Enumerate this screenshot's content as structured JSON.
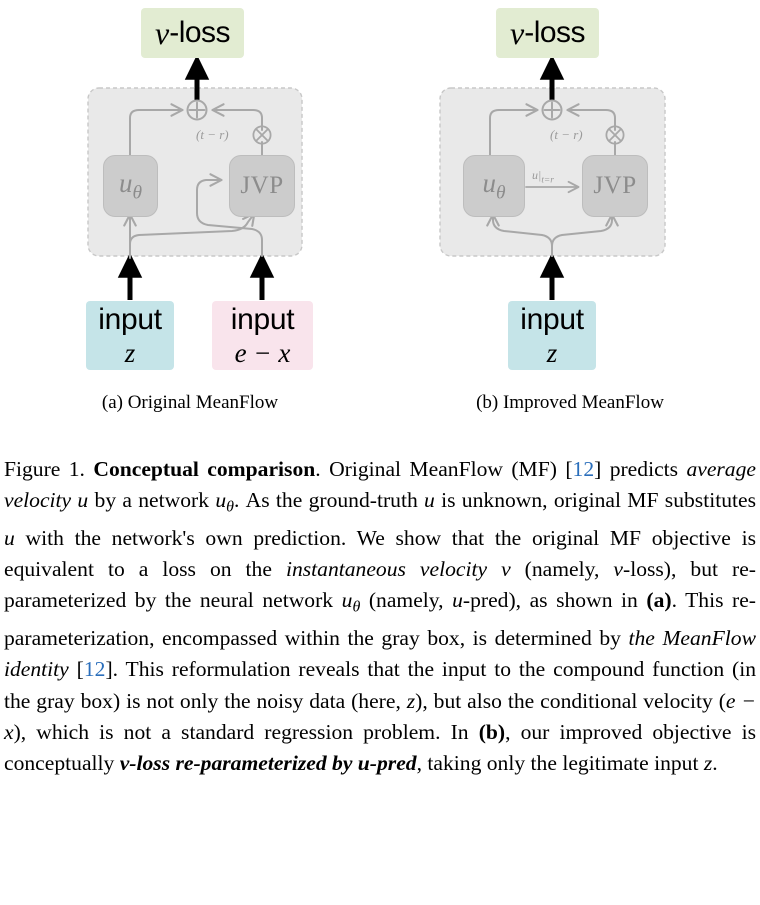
{
  "figure": {
    "panels": [
      {
        "id": "a",
        "subcaption": "(a) Original MeanFlow",
        "output_box": {
          "prefix": "v",
          "suffix": "-loss",
          "color": "#e2ecd2"
        },
        "modules": [
          {
            "name": "u-theta",
            "base": "u",
            "sub": "θ"
          },
          {
            "name": "jvp",
            "label": "JVP"
          }
        ],
        "operators": [
          {
            "name": "plus-op",
            "glyph": "⊕"
          },
          {
            "name": "times-op",
            "glyph": "⊗"
          }
        ],
        "annotations": [
          {
            "name": "t-minus-r",
            "text": "(t − r)"
          }
        ],
        "inputs": [
          {
            "name": "input-z",
            "word": "input",
            "symbol": "z",
            "color": "#c5e4e8"
          },
          {
            "name": "input-e-minus-x",
            "word": "input",
            "symbol": "e − x",
            "color": "#f9e4ec"
          }
        ]
      },
      {
        "id": "b",
        "subcaption": "(b) Improved MeanFlow",
        "output_box": {
          "prefix": "v",
          "suffix": "-loss",
          "color": "#e2ecd2"
        },
        "modules": [
          {
            "name": "u-theta",
            "base": "u",
            "sub": "θ"
          },
          {
            "name": "jvp",
            "label": "JVP"
          }
        ],
        "operators": [
          {
            "name": "plus-op",
            "glyph": "⊕"
          },
          {
            "name": "times-op",
            "glyph": "⊗"
          }
        ],
        "annotations": [
          {
            "name": "t-minus-r",
            "text": "(t − r)"
          },
          {
            "name": "u-at-t-equals-r",
            "base": "u|",
            "sub": "t=r"
          }
        ],
        "inputs": [
          {
            "name": "input-z",
            "word": "input",
            "symbol": "z",
            "color": "#c5e4e8"
          }
        ]
      }
    ],
    "gray_box_fill": "#e9e9e9",
    "gray_box_border": "#c8c8c8",
    "module_fill": "#cccccc",
    "module_border": "#bdbdbd",
    "connector_color": "#a8a8a8",
    "arrow_color": "#000000"
  },
  "caption": {
    "label": "Figure 1.",
    "title": "Conceptual comparison",
    "citation": "12",
    "text_full": "Figure 1. Conceptual comparison. Original MeanFlow (MF) [12] predicts average velocity u by a network uθ. As the ground-truth u is unknown, original MF substitutes u with the network's own prediction. We show that the original MF objective is equivalent to a loss on the instantaneous velocity v (namely, v-loss), but re-parameterized by the neural network uθ (namely, u-pred), as shown in (a). This re-parameterization, encompassed within the gray box, is determined by the MeanFlow identity [12]. This reformulation reveals that the input to the compound function (in the gray box) is not only the noisy data (here, z), but also the conditional velocity (e − x), which is not a standard regression problem. In (b), our improved objective is conceptually v-loss re-parameterized by u-pred, taking only the legitimate input z.",
    "segments": [
      {
        "t": "Figure 1. ",
        "s": "plain"
      },
      {
        "t": "Conceptual comparison",
        "s": "bold"
      },
      {
        "t": ". Original MeanFlow (MF) [",
        "s": "plain"
      },
      {
        "t": "12",
        "s": "cite"
      },
      {
        "t": "] predicts ",
        "s": "plain"
      },
      {
        "t": "average velocity",
        "s": "italic"
      },
      {
        "t": " u",
        "s": "math"
      },
      {
        "t": " by a network ",
        "s": "plain"
      },
      {
        "t": "uθ",
        "s": "math"
      },
      {
        "t": ". As the ground-truth ",
        "s": "plain"
      },
      {
        "t": "u",
        "s": "math"
      },
      {
        "t": " is unknown, original MF substitutes ",
        "s": "plain"
      },
      {
        "t": "u",
        "s": "math"
      },
      {
        "t": " with the network's own prediction. We show that the original MF objective is equivalent to a loss on the ",
        "s": "plain"
      },
      {
        "t": "instantaneous velocity",
        "s": "italic"
      },
      {
        "t": " v",
        "s": "math"
      },
      {
        "t": " (namely, ",
        "s": "plain"
      },
      {
        "t": "v",
        "s": "math"
      },
      {
        "t": "-loss), but re-parameterized by the neural network ",
        "s": "plain"
      },
      {
        "t": "uθ",
        "s": "math"
      },
      {
        "t": " (namely, ",
        "s": "plain"
      },
      {
        "t": "u",
        "s": "math"
      },
      {
        "t": "-pred), as shown in ",
        "s": "plain"
      },
      {
        "t": "(a)",
        "s": "bold"
      },
      {
        "t": ". This re-parameterization, encompassed within the gray box, is determined by ",
        "s": "plain"
      },
      {
        "t": "the MeanFlow identity",
        "s": "italic"
      },
      {
        "t": " [",
        "s": "plain"
      },
      {
        "t": "12",
        "s": "cite"
      },
      {
        "t": "]. This reformulation reveals that the input to the compound function (in the gray box) is not only the noisy data (here, ",
        "s": "plain"
      },
      {
        "t": "z",
        "s": "math"
      },
      {
        "t": "), but also the conditional velocity (",
        "s": "plain"
      },
      {
        "t": "e − x",
        "s": "math"
      },
      {
        "t": "), which is not a standard regression problem. In ",
        "s": "plain"
      },
      {
        "t": "(b)",
        "s": "bold"
      },
      {
        "t": ", our improved objective is conceptually ",
        "s": "plain"
      },
      {
        "t": "v-loss re-parameterized by u-pred",
        "s": "bolditalic"
      },
      {
        "t": ", taking only the legitimate input ",
        "s": "plain"
      },
      {
        "t": "z",
        "s": "math"
      },
      {
        "t": ".",
        "s": "plain"
      }
    ]
  }
}
